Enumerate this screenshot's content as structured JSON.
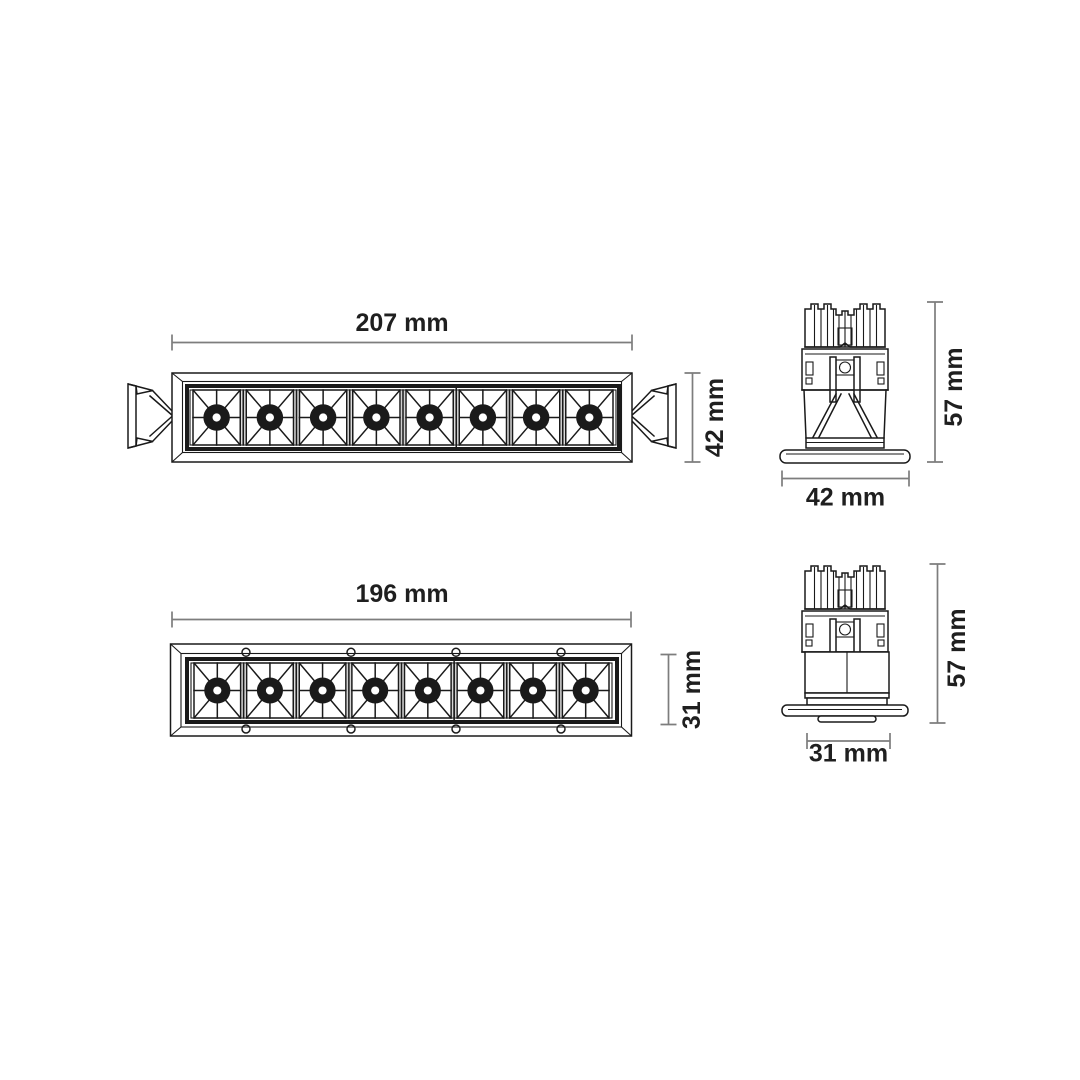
{
  "views": {
    "front_trim": {
      "length_label": "207 mm",
      "height_label": "42 mm",
      "led_count": 8
    },
    "side_trim": {
      "height_label": "57 mm",
      "width_label": "42 mm"
    },
    "front_trimless": {
      "length_label": "196 mm",
      "height_label": "31 mm",
      "led_count": 8,
      "screw_holes": 8
    },
    "side_trimless": {
      "height_label": "57 mm",
      "width_label": "31 mm"
    }
  },
  "colors": {
    "line": "#1a1a1a",
    "dimension": "#7d7d7d",
    "text": "#1f1f1f",
    "background": "#ffffff",
    "shading": "#cfcfcf"
  }
}
